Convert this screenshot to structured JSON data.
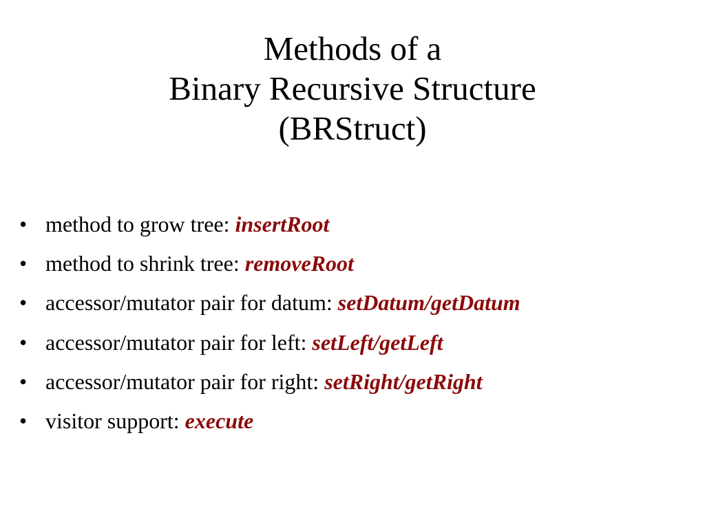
{
  "slide": {
    "title_lines": [
      "Methods of a",
      "Binary Recursive Structure",
      "(BRStruct)"
    ],
    "bullet_glyph": "•",
    "bullets": [
      {
        "text": "method to grow tree: ",
        "method": "insertRoot"
      },
      {
        "text": "method to shrink tree: ",
        "method": "removeRoot"
      },
      {
        "text": "accessor/mutator pair for datum: ",
        "method": "setDatum/getDatum"
      },
      {
        "text": "accessor/mutator pair for left: ",
        "method": "setLeft/getLeft"
      },
      {
        "text": "accessor/mutator pair for right: ",
        "method": "setRight/getRight"
      },
      {
        "text": "visitor support: ",
        "method": "execute"
      }
    ],
    "colors": {
      "background": "#ffffff",
      "text": "#000000",
      "method_highlight": "#8b0a0a"
    }
  }
}
